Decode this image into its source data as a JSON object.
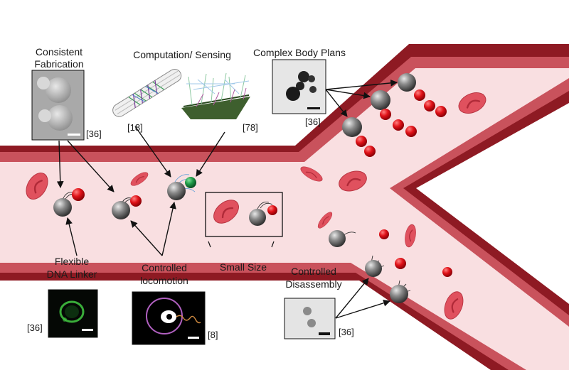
{
  "labels": {
    "consistent_fabrication_1": "Consistent",
    "consistent_fabrication_2": "Fabrication",
    "computation_sensing": "Computation/ Sensing",
    "complex_body_plans": "Complex Body Plans",
    "flexible_dna_linker_1": "Flexible",
    "flexible_dna_linker_2": "DNA Linker",
    "controlled_locomotion_1": "Controlled",
    "controlled_locomotion_2": "locomotion",
    "small_size": "Small Size",
    "controlled_disassembly_1": "Controlled",
    "controlled_disassembly_2": "Disassembly"
  },
  "references": {
    "fabrication": "[36]",
    "computation_left": "[18]",
    "computation_right": "[78]",
    "body_plans": "[36]",
    "dna_linker": "[36]",
    "locomotion": "[8]",
    "disassembly": "[36]"
  },
  "colors": {
    "vessel_wall": "#8e1a23",
    "vessel_wall_light": "#c9525c",
    "vessel_lumen": "#f9dfe1",
    "red_blood_cell": "#e0515e",
    "particle_grey": "#7a7a7a",
    "particle_red": "#e01218",
    "particle_green": "#1f9a47"
  },
  "icons": {
    "fabrication_micrograph": "sem-image-icon",
    "computation_tube": "dna-origami-tube-icon",
    "sensing_surface": "dna-surface-icon",
    "body_plan_micrograph": "micrograph-icon",
    "dna_linker_micrograph": "fluorescence-image-icon",
    "locomotion_trajectory": "trajectory-image-icon",
    "disassembly_micrograph": "micrograph-icon"
  }
}
